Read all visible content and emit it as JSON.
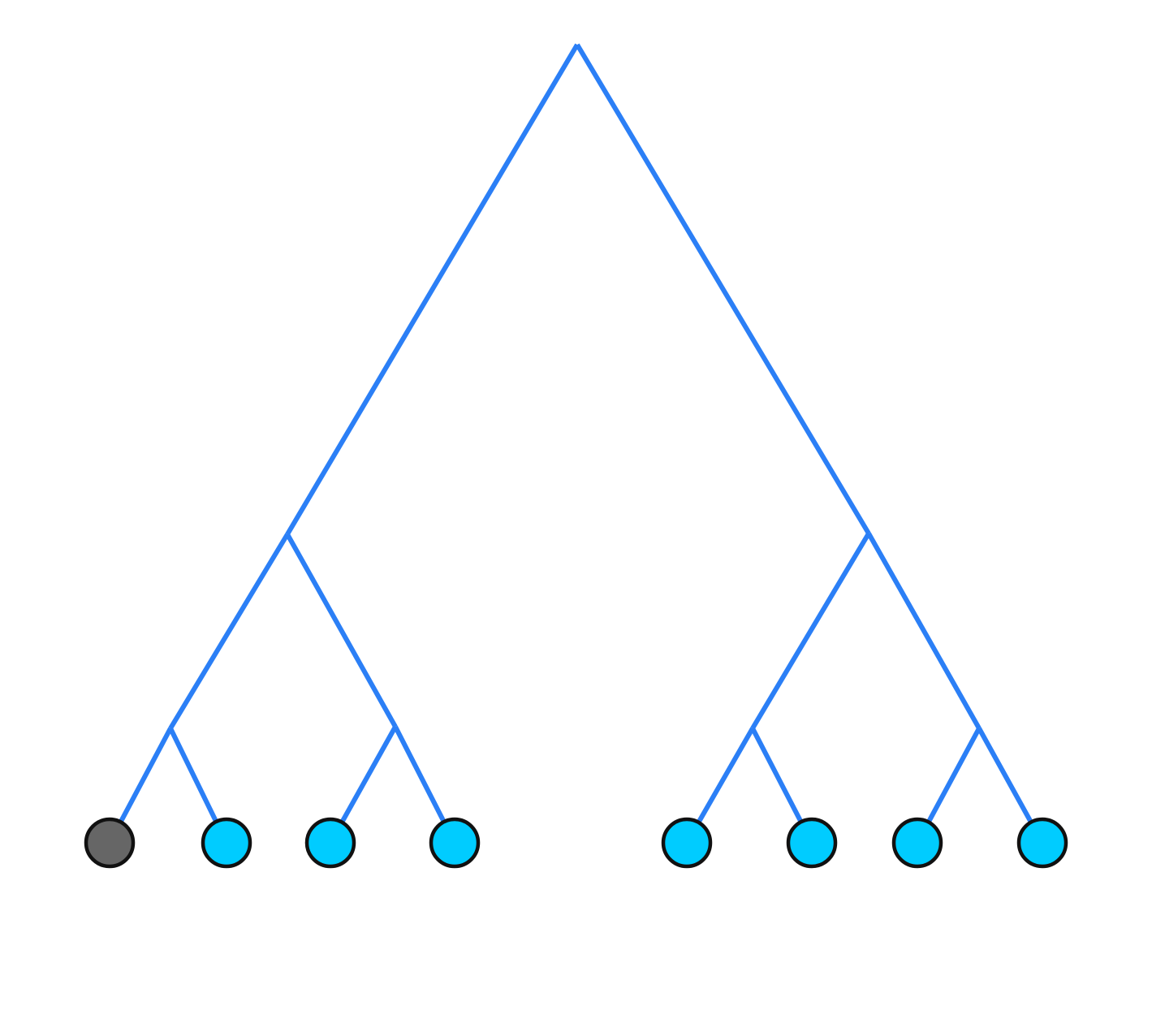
{
  "diagram": {
    "type": "binary-tree",
    "colors": {
      "background": "#ffffff",
      "edge": "#2b7ff6",
      "leaf_stroke": "#111111",
      "leaf_default": "#00ccff",
      "leaf_highlight": "#666666"
    },
    "leaves": [
      {
        "id": "leaf-1",
        "state": "highlight"
      },
      {
        "id": "leaf-2",
        "state": "default"
      },
      {
        "id": "leaf-3",
        "state": "default"
      },
      {
        "id": "leaf-4",
        "state": "default"
      },
      {
        "id": "leaf-5",
        "state": "default"
      },
      {
        "id": "leaf-6",
        "state": "default"
      },
      {
        "id": "leaf-7",
        "state": "default"
      },
      {
        "id": "leaf-8",
        "state": "default"
      }
    ]
  }
}
